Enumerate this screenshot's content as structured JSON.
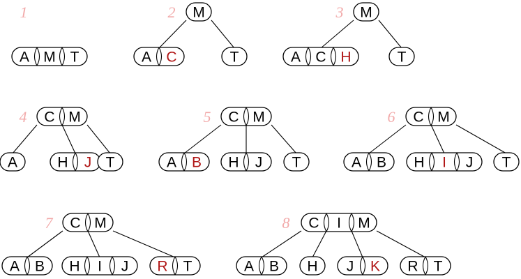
{
  "colors": {
    "normal_key": "#000000",
    "new_key": "#b01515",
    "step_label": "#f2a9a9"
  },
  "steps": [
    {
      "label": "1",
      "nodes": [
        {
          "keys": [
            "A",
            "M",
            "T"
          ],
          "new": []
        }
      ],
      "edges": []
    },
    {
      "label": "2",
      "nodes": [
        {
          "keys": [
            "M"
          ],
          "new": []
        },
        {
          "keys": [
            "A",
            "C"
          ],
          "new": [
            1
          ]
        },
        {
          "keys": [
            "T"
          ],
          "new": []
        }
      ],
      "edges": [
        [
          0,
          0,
          1
        ],
        [
          0,
          1,
          2
        ]
      ]
    },
    {
      "label": "3",
      "nodes": [
        {
          "keys": [
            "M"
          ],
          "new": []
        },
        {
          "keys": [
            "A",
            "C",
            "H"
          ],
          "new": [
            2
          ]
        },
        {
          "keys": [
            "T"
          ],
          "new": []
        }
      ],
      "edges": [
        [
          0,
          0,
          1
        ],
        [
          0,
          1,
          2
        ]
      ]
    },
    {
      "label": "4",
      "nodes": [
        {
          "keys": [
            "C",
            "M"
          ],
          "new": []
        },
        {
          "keys": [
            "A"
          ],
          "new": []
        },
        {
          "keys": [
            "H",
            "J"
          ],
          "new": [
            1
          ]
        },
        {
          "keys": [
            "T"
          ],
          "new": []
        }
      ],
      "edges": [
        [
          0,
          0,
          1
        ],
        [
          0,
          1,
          2
        ],
        [
          0,
          2,
          3
        ]
      ]
    },
    {
      "label": "5",
      "nodes": [
        {
          "keys": [
            "C",
            "M"
          ],
          "new": []
        },
        {
          "keys": [
            "A",
            "B"
          ],
          "new": [
            1
          ]
        },
        {
          "keys": [
            "H",
            "J"
          ],
          "new": []
        },
        {
          "keys": [
            "T"
          ],
          "new": []
        }
      ],
      "edges": [
        [
          0,
          0,
          1
        ],
        [
          0,
          1,
          2
        ],
        [
          0,
          2,
          3
        ]
      ]
    },
    {
      "label": "6",
      "nodes": [
        {
          "keys": [
            "C",
            "M"
          ],
          "new": []
        },
        {
          "keys": [
            "A",
            "B"
          ],
          "new": []
        },
        {
          "keys": [
            "H",
            "I",
            "J"
          ],
          "new": [
            1
          ]
        },
        {
          "keys": [
            "T"
          ],
          "new": []
        }
      ],
      "edges": [
        [
          0,
          0,
          1
        ],
        [
          0,
          1,
          2
        ],
        [
          0,
          2,
          3
        ]
      ]
    },
    {
      "label": "7",
      "nodes": [
        {
          "keys": [
            "C",
            "M"
          ],
          "new": []
        },
        {
          "keys": [
            "A",
            "B"
          ],
          "new": []
        },
        {
          "keys": [
            "H",
            "I",
            "J"
          ],
          "new": []
        },
        {
          "keys": [
            "R",
            "T"
          ],
          "new": [
            0
          ]
        }
      ],
      "edges": [
        [
          0,
          0,
          1
        ],
        [
          0,
          1,
          2
        ],
        [
          0,
          2,
          3
        ]
      ]
    },
    {
      "label": "8",
      "nodes": [
        {
          "keys": [
            "C",
            "I",
            "M"
          ],
          "new": []
        },
        {
          "keys": [
            "A",
            "B"
          ],
          "new": []
        },
        {
          "keys": [
            "H"
          ],
          "new": []
        },
        {
          "keys": [
            "J",
            "K"
          ],
          "new": [
            1
          ]
        },
        {
          "keys": [
            "R",
            "T"
          ],
          "new": []
        }
      ],
      "edges": [
        [
          0,
          0,
          1
        ],
        [
          0,
          1,
          2
        ],
        [
          0,
          2,
          3
        ],
        [
          0,
          3,
          4
        ]
      ]
    }
  ]
}
